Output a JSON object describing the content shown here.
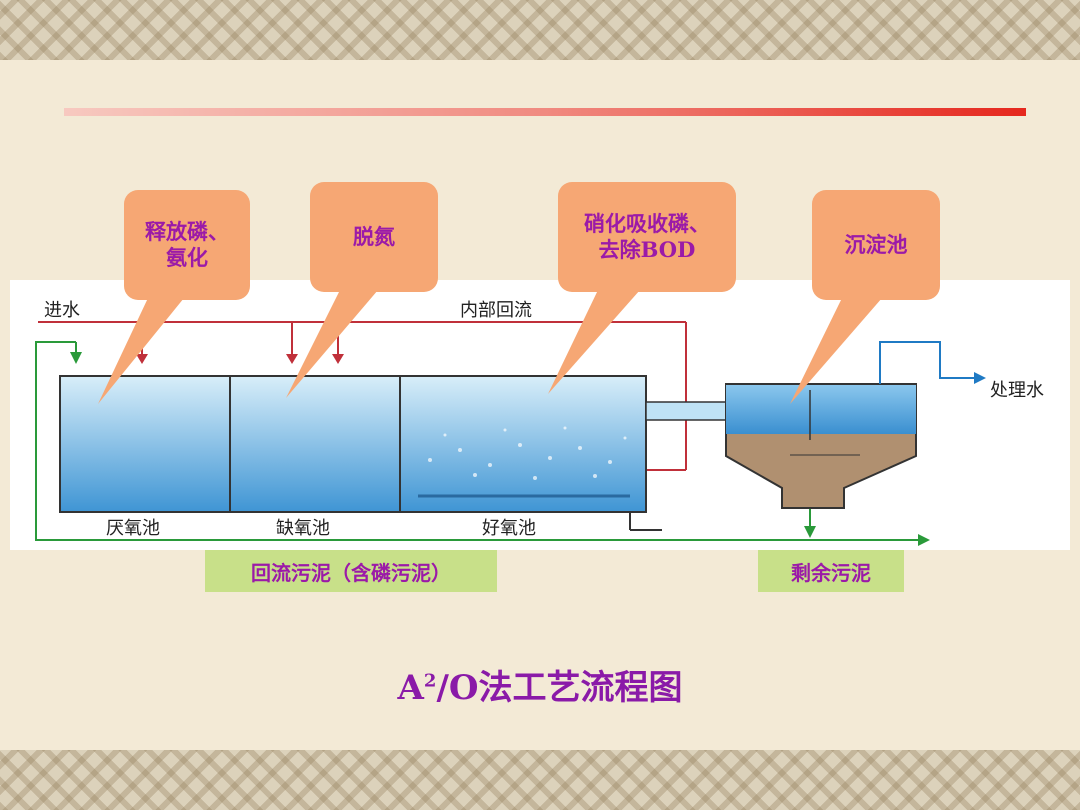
{
  "callouts": {
    "c1": "释放磷、\n氨化",
    "c2": "脱氮",
    "c3": "硝化吸收磷、\n去除BOD",
    "c4": "沉淀池"
  },
  "diagram": {
    "inlet": "进水",
    "internal_recycle": "内部回流",
    "tank_anaerobic": "厌氧池",
    "tank_anoxic": "缺氧池",
    "tank_aerobic": "好氧池",
    "effluent": "处理水"
  },
  "labels": {
    "return_sludge": "回流污泥（含磷污泥）",
    "excess_sludge": "剩余污泥"
  },
  "title": {
    "prefix": "A",
    "sup": "2",
    "rest": "/O法工艺流程图"
  },
  "colors": {
    "callout_bg": "#f6a774",
    "callout_text": "#9b1aa8",
    "label_bg": "#c8e089",
    "flow_red": "#c0303a",
    "flow_green": "#2a9a3a",
    "water_blue": "#4aa3dc"
  }
}
